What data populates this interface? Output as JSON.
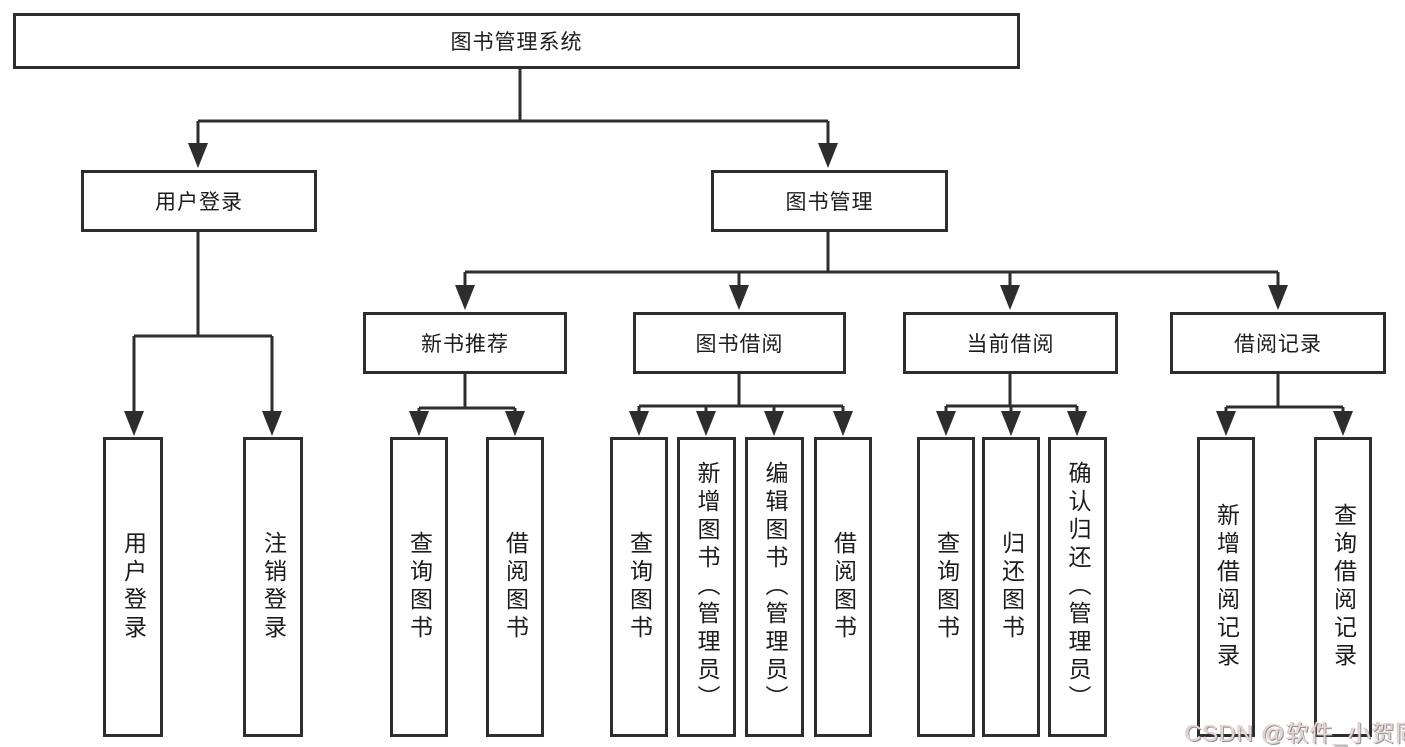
{
  "diagram": {
    "root": {
      "label": "图书管理系统"
    },
    "branches": [
      {
        "label": "用户登录",
        "children": [
          {
            "label": "用户登录"
          },
          {
            "label": "注销登录"
          }
        ]
      },
      {
        "label": "图书管理",
        "children": [
          {
            "label": "新书推荐",
            "children": [
              {
                "label": "查询图书"
              },
              {
                "label": "借阅图书"
              }
            ]
          },
          {
            "label": "图书借阅",
            "children": [
              {
                "label": "查询图书"
              },
              {
                "label": "新增图书（管理员）"
              },
              {
                "label": "编辑图书（管理员）"
              },
              {
                "label": "借阅图书"
              }
            ]
          },
          {
            "label": "当前借阅",
            "children": [
              {
                "label": "查询图书"
              },
              {
                "label": "归还图书"
              },
              {
                "label": "确认归还（管理员）"
              }
            ]
          },
          {
            "label": "借阅记录",
            "children": [
              {
                "label": "新增借阅记录"
              },
              {
                "label": "查询借阅记录"
              }
            ]
          }
        ]
      }
    ]
  },
  "watermark": {
    "text": "CSDN @软件_小贺同学",
    "line_color": "#2d2d2d"
  }
}
